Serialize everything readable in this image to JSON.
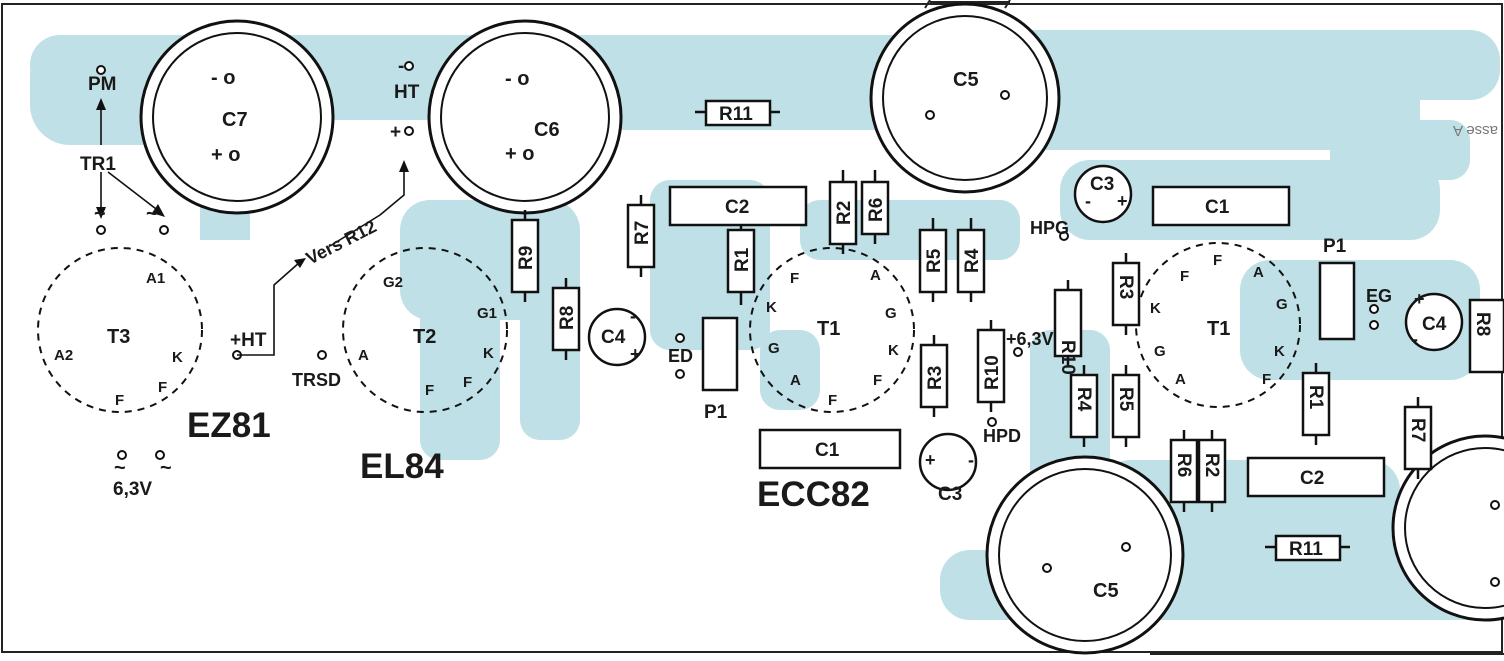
{
  "colors": {
    "pcb": "#bfe0e6",
    "ink": "#1a1a1a",
    "paper": "#ffffff"
  },
  "edge_text": "asse A",
  "tubes": {
    "t3": "EZ81",
    "t2": "EL84",
    "t1": "ECC82"
  },
  "labels": {
    "pm": "PM",
    "tr1": "TR1",
    "tilde": "~",
    "v63": "6,3V",
    "plus_ht": "+HT",
    "ht": "HT",
    "minus": "-",
    "plus": "+",
    "minus_o": "- o",
    "plus_o": "+ o",
    "vers_r12": "Vers R12",
    "trsd": "TRSD",
    "ed": "ED",
    "eg": "EG",
    "hpg": "HPG",
    "hpd": "HPD",
    "plus63": "+6,3V",
    "t3": "T3",
    "t2": "T2",
    "t1": "T1",
    "a1": "A1",
    "a2": "A2",
    "k": "K",
    "f": "F",
    "g": "G",
    "g1": "G1",
    "g2": "G2",
    "a": "A",
    "c1": "C1",
    "c2": "C2",
    "c3": "C3",
    "c4": "C4",
    "c5": "C5",
    "c6": "C6",
    "c7": "C7",
    "r1": "R1",
    "r2": "R2",
    "r3": "R3",
    "r4": "R4",
    "r5": "R5",
    "r6": "R6",
    "r7": "R7",
    "r8": "R8",
    "r9": "R9",
    "r10": "R10",
    "r11": "R11",
    "p1": "P1"
  }
}
